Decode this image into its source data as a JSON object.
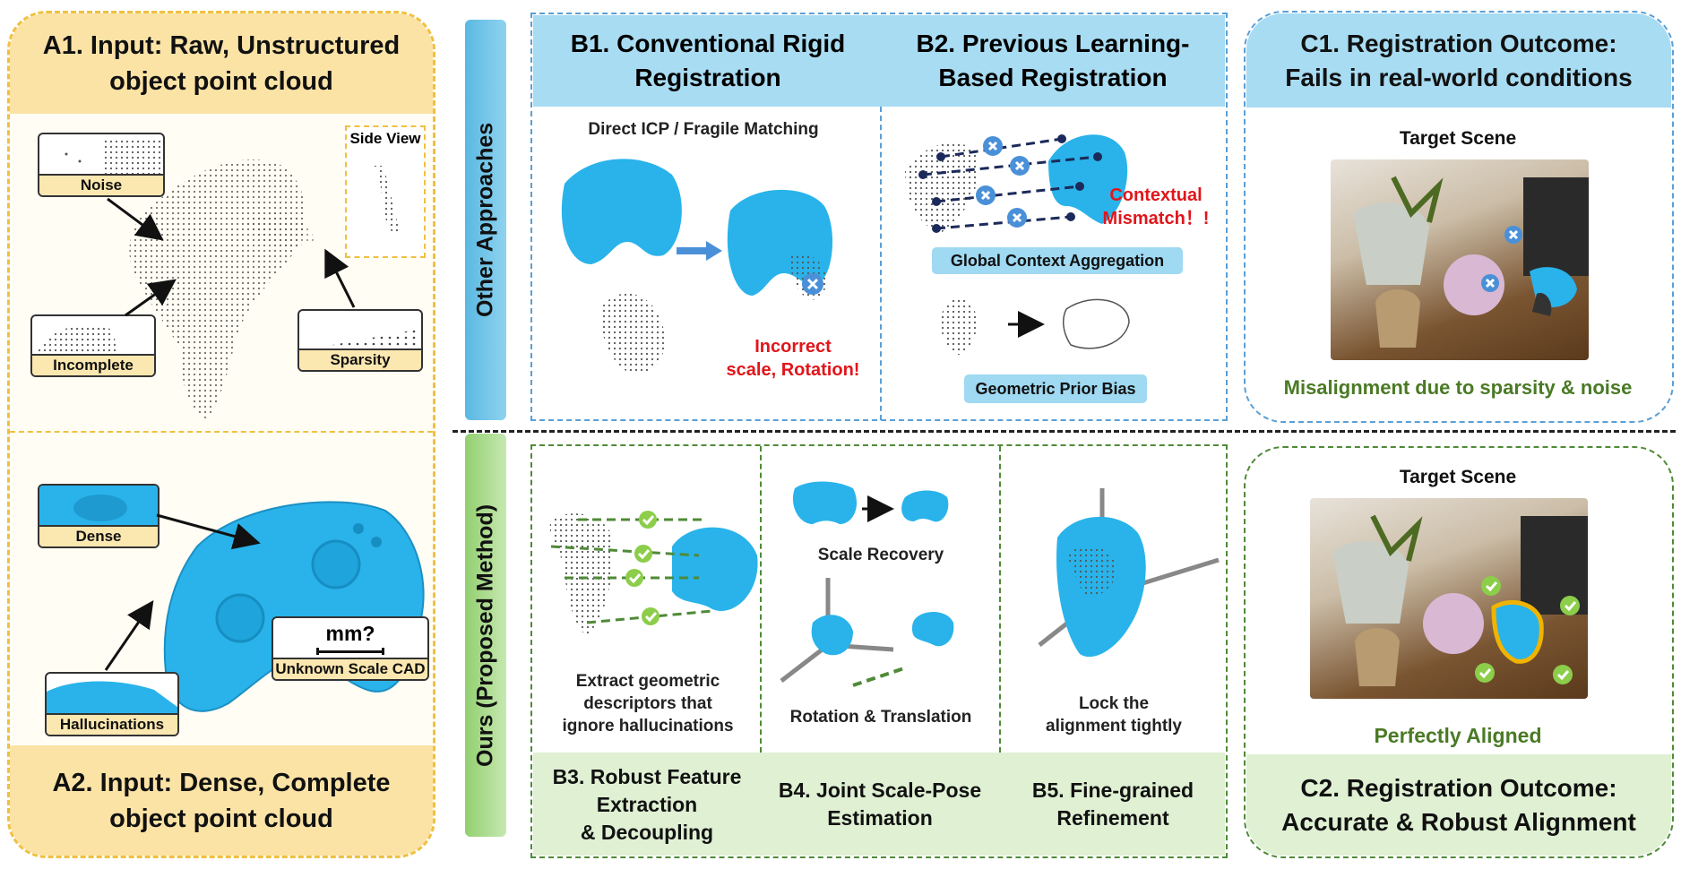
{
  "a1": {
    "title_line1": "A1. Input: Raw, Unstructured",
    "title_line2": "object point cloud",
    "side_view": "Side View",
    "noise": "Noise",
    "incomplete": "Incomplete",
    "sparsity": "Sparsity"
  },
  "a2": {
    "title_line1": "A2. Input: Dense, Complete",
    "title_line2": "object point cloud",
    "dense": "Dense",
    "hallucinations": "Hallucinations",
    "mm": "mm?",
    "unknown_scale": "Unknown Scale CAD"
  },
  "other_approaches": "Other Approaches",
  "ours": "Ours (Proposed Method)",
  "b1": {
    "title_line1": "B1. Conventional Rigid",
    "title_line2": "Registration",
    "subtitle": "Direct ICP / Fragile Matching",
    "error_line1": "Incorrect",
    "error_line2": "scale, Rotation!"
  },
  "b2": {
    "title_line1": "B2. Previous Learning-",
    "title_line2": "Based Registration",
    "error_line1": "Contextual",
    "error_line2": "Mismatch！!",
    "global_context": "Global Context Aggregation",
    "geometric_prior": "Geometric Prior Bias"
  },
  "c1": {
    "title_line1": "C1. Registration Outcome:",
    "title_line2": "Fails in real-world conditions",
    "target_scene": "Target Scene",
    "caption": "Misalignment due to sparsity & noise"
  },
  "b3": {
    "desc_line1": "Extract geometric",
    "desc_line2": "descriptors that",
    "desc_line3": "ignore hallucinations",
    "title_line1": "B3. Robust Feature",
    "title_line2": "Extraction",
    "title_line3": "& Decoupling"
  },
  "b4": {
    "scale_recovery": "Scale Recovery",
    "rotation_translation": "Rotation & Translation",
    "title_line1": "B4. Joint Scale-Pose",
    "title_line2": "Estimation"
  },
  "b5": {
    "desc_line1": "Lock the",
    "desc_line2": "alignment tightly",
    "title_line1": "B5. Fine-grained",
    "title_line2": "Refinement"
  },
  "c2": {
    "target_scene": "Target Scene",
    "caption": "Perfectly Aligned",
    "title_line1": "C2. Registration Outcome:",
    "title_line2": "Accurate & Robust Alignment"
  },
  "colors": {
    "yellow_border": "#f0c040",
    "blue_border": "#5a9fd6",
    "green_border": "#4f8a37",
    "object_blue": "#29b3ea",
    "error_red": "#e0161b",
    "caption_green": "#4a7a25"
  }
}
